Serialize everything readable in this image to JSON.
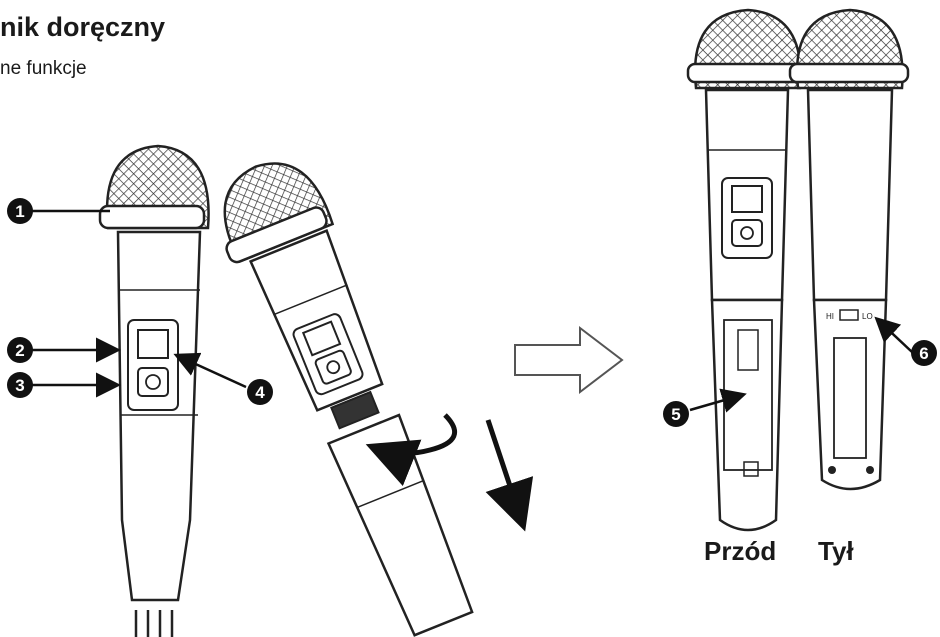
{
  "header": {
    "title": "nik doręczny",
    "subtitle": "ne funkcje"
  },
  "callouts": [
    "1",
    "2",
    "3",
    "4",
    "5",
    "6"
  ],
  "switch_labels": {
    "hi": "HI",
    "lo": "LO"
  },
  "captions": {
    "front": "Przód",
    "back": "Tył"
  }
}
